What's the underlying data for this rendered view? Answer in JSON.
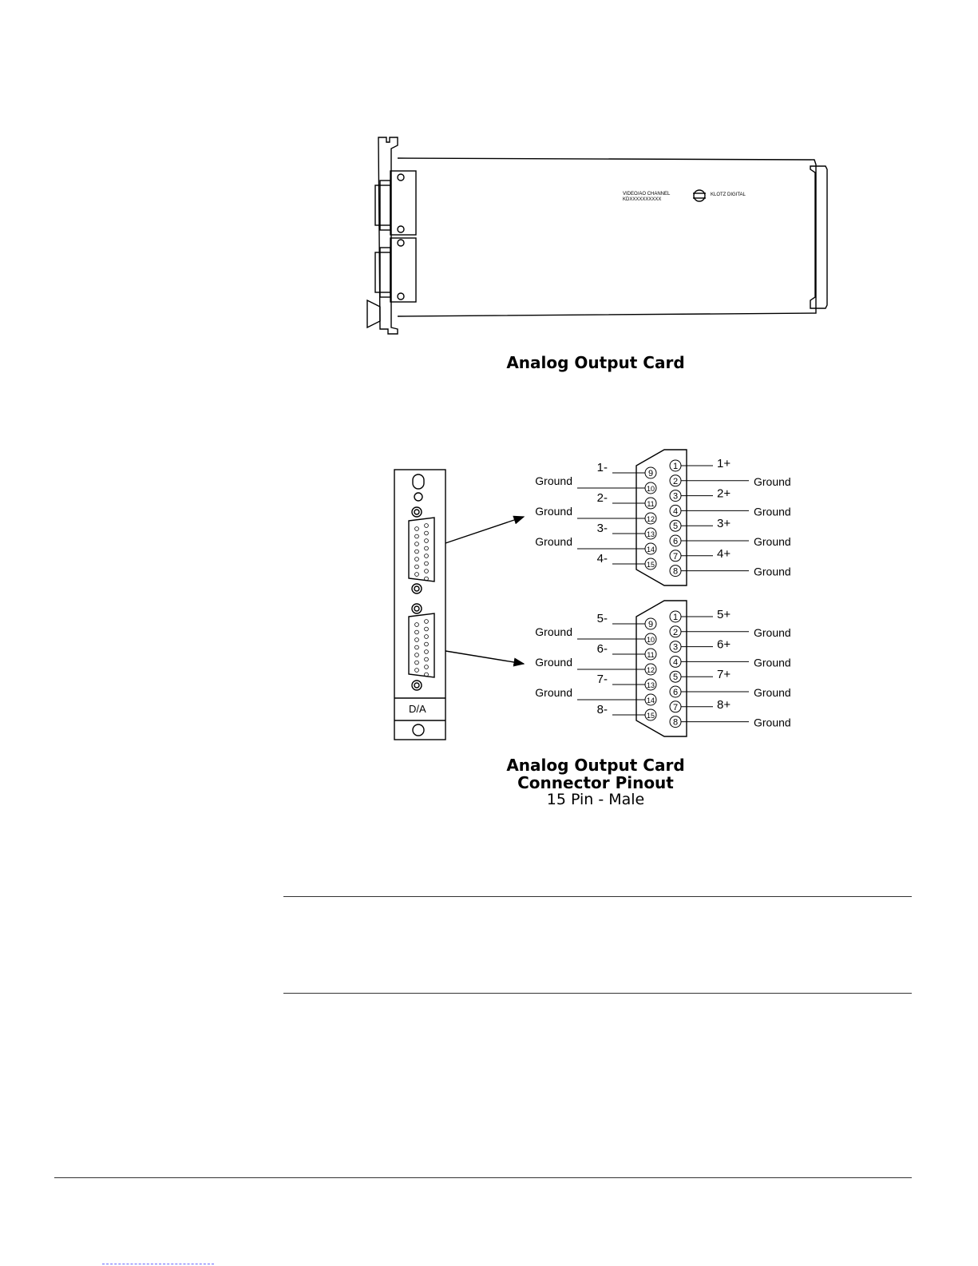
{
  "card_side_view": {
    "card_label_line1": "VIDEO/AO CHANNEL",
    "card_label_line2": "KDXXXXXXXXXX",
    "brand_text": "KLOTZ DIGITAL",
    "caption": "Analog Output Card"
  },
  "pinout": {
    "front_panel_label": "D/A",
    "caption_line1": "Analog Output Card",
    "caption_line2": "Connector Pinout",
    "caption_line3": "15 Pin - Male",
    "connectors": [
      {
        "top_row": [
          {
            "pin": "1",
            "label": "1+"
          },
          {
            "pin": "2",
            "label": "Ground"
          },
          {
            "pin": "3",
            "label": "2+"
          },
          {
            "pin": "4",
            "label": "Ground"
          },
          {
            "pin": "5",
            "label": "3+"
          },
          {
            "pin": "6",
            "label": "Ground"
          },
          {
            "pin": "7",
            "label": "4+"
          },
          {
            "pin": "8",
            "label": "Ground"
          }
        ],
        "bottom_row": [
          {
            "pin": "9",
            "label": "1-"
          },
          {
            "pin": "10",
            "label": "Ground"
          },
          {
            "pin": "11",
            "label": "2-"
          },
          {
            "pin": "12",
            "label": "Ground"
          },
          {
            "pin": "13",
            "label": "3-"
          },
          {
            "pin": "14",
            "label": "Ground"
          },
          {
            "pin": "15",
            "label": "4-"
          }
        ]
      },
      {
        "top_row": [
          {
            "pin": "1",
            "label": "5+"
          },
          {
            "pin": "2",
            "label": "Ground"
          },
          {
            "pin": "3",
            "label": "6+"
          },
          {
            "pin": "4",
            "label": "Ground"
          },
          {
            "pin": "5",
            "label": "7+"
          },
          {
            "pin": "6",
            "label": "Ground"
          },
          {
            "pin": "7",
            "label": "8+"
          },
          {
            "pin": "8",
            "label": "Ground"
          }
        ],
        "bottom_row": [
          {
            "pin": "9",
            "label": "5-"
          },
          {
            "pin": "10",
            "label": "Ground"
          },
          {
            "pin": "11",
            "label": "6-"
          },
          {
            "pin": "12",
            "label": "Ground"
          },
          {
            "pin": "13",
            "label": "7-"
          },
          {
            "pin": "14",
            "label": "Ground"
          },
          {
            "pin": "15",
            "label": "8-"
          }
        ]
      }
    ]
  }
}
